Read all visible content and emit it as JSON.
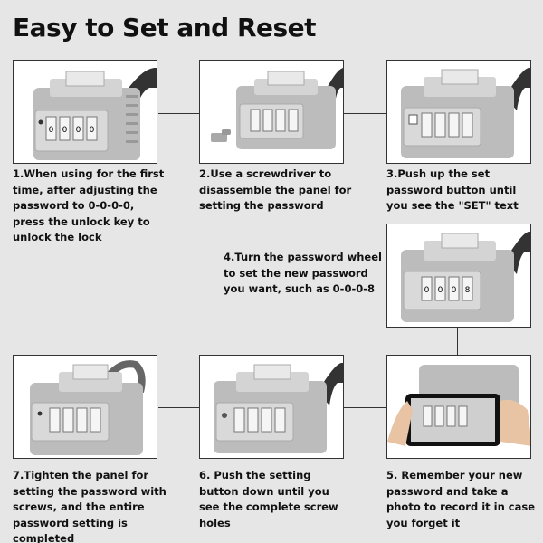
{
  "title": "Easy to Set and Reset",
  "steps": [
    {
      "id": 1,
      "text": "1.When using for the first time, after adjusting the password to 0-0-0-0, press the unlock key to unlock the lock"
    },
    {
      "id": 2,
      "text": "2.Use a screwdriver to disassemble the panel for setting the password"
    },
    {
      "id": 3,
      "text": "3.Push up the set password button until you see the \"SET\" text"
    },
    {
      "id": 4,
      "text": "4.Turn the password wheel to set the new password you want, such as 0-0-0-8"
    },
    {
      "id": 5,
      "text": "5. Remember your new password and take a photo to record it in case you forget it"
    },
    {
      "id": 6,
      "text": "6. Push the setting button down until you see the complete screw holes"
    },
    {
      "id": 7,
      "text": "7.Tighten the panel for setting the password with screws, and the entire password setting is completed"
    }
  ],
  "dial_digits": {
    "step1": [
      "0",
      "0",
      "0",
      "0"
    ],
    "step4": [
      "0",
      "0",
      "0",
      "8"
    ]
  }
}
